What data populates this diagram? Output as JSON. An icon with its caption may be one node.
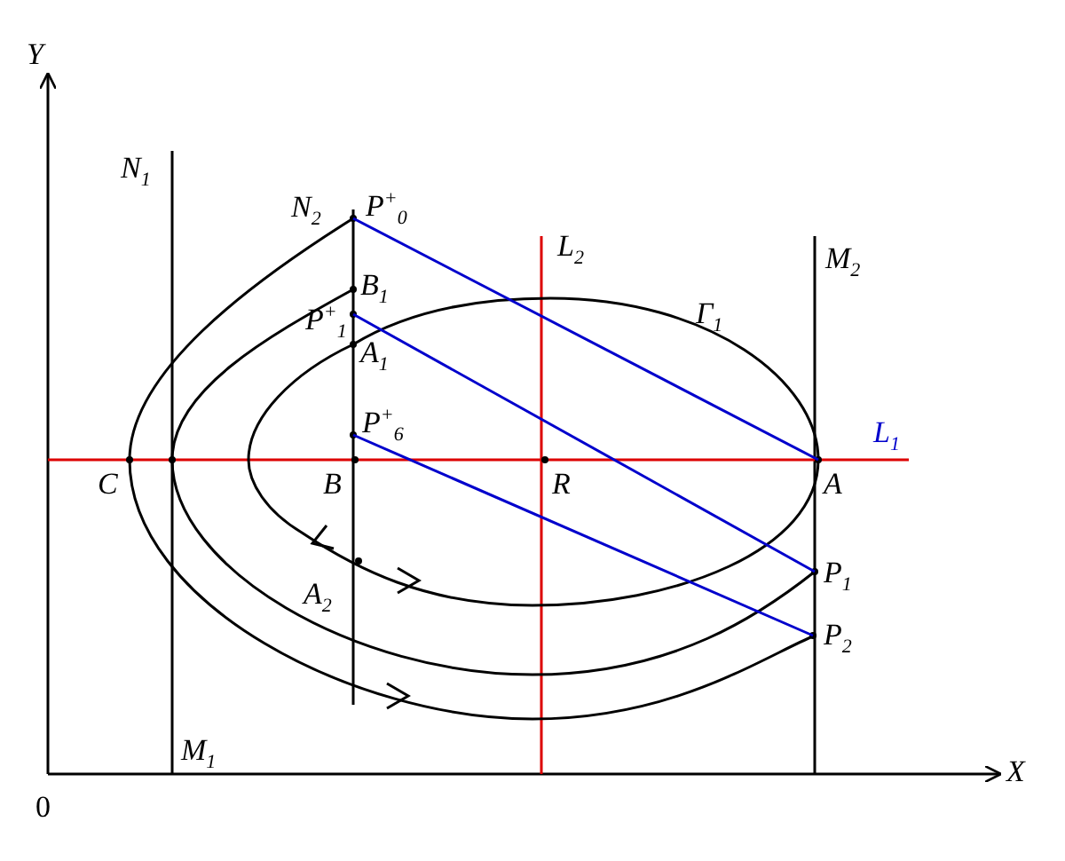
{
  "diagram": {
    "labels": [
      "Y",
      "X",
      "0",
      "N$_{1}$",
      "N$_{2}$",
      "P$^{+}$$_{0}$",
      "B$_{1}$",
      "P$^{+}$$_{1}$",
      "A$_{1}$",
      "P$^{+}$$_{6}$",
      "C",
      "B",
      "R",
      "A",
      "L$_{1}$",
      "L$_{2}$",
      "M$_{2}$",
      "Γ$_{1}$",
      "P$_{1}$",
      "P$_{2}$",
      "A$_{2}$",
      "M$_{1}$"
    ]
  }
}
